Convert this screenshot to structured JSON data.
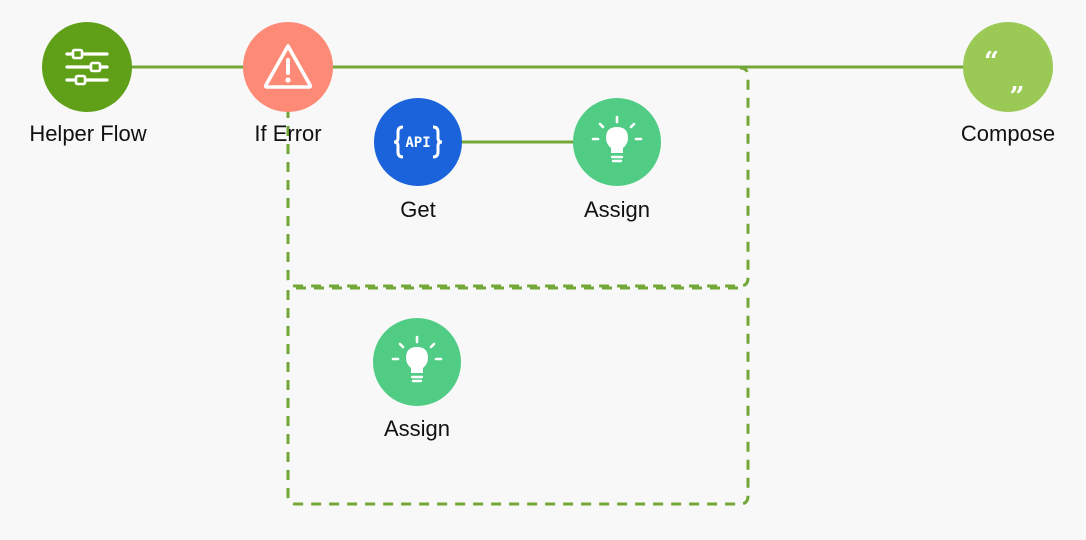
{
  "colors": {
    "background": "#f8f8f8",
    "connector": "#73a839",
    "helper_flow": "#5fa018",
    "if_error": "#fd8a76",
    "api": "#1a63db",
    "assign": "#50cc85",
    "compose": "#9bc955"
  },
  "nodes": {
    "helper_flow": {
      "label": "Helper Flow",
      "icon": "sliders-icon"
    },
    "if_error": {
      "label": "If Error",
      "icon": "warning-icon"
    },
    "get": {
      "label": "Get",
      "icon": "api-icon",
      "icon_text": "API"
    },
    "assign_success": {
      "label": "Assign",
      "icon": "lightbulb-icon"
    },
    "assign_error": {
      "label": "Assign",
      "icon": "lightbulb-icon"
    },
    "compose": {
      "label": "Compose",
      "icon": "quote-icon"
    }
  }
}
